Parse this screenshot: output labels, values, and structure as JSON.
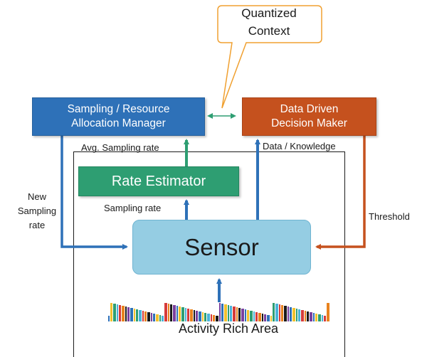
{
  "callout": {
    "line1": "Quantized",
    "line2": "Context"
  },
  "manager": {
    "line1": "Sampling / Resource",
    "line2": "Allocation Manager"
  },
  "decision_maker": {
    "line1": "Data Driven",
    "line2": "Decision Maker"
  },
  "rate_estimator": {
    "label": "Rate Estimator"
  },
  "sensor": {
    "label": "Sensor"
  },
  "activity_area": {
    "label": "Activity Rich Area"
  },
  "labels": {
    "avg_sampling_rate": "Avg. Sampling rate",
    "data_knowledge": "Data / Knowledge",
    "sampling_rate": "Sampling rate",
    "new_sampling": "New",
    "new_sampling_2": "Sampling",
    "new_sampling_3": "rate",
    "threshold": "Threshold"
  },
  "colors": {
    "manager": "#2e71b8",
    "decision_maker": "#c5511e",
    "rate_estimator": "#2e9e72",
    "sensor": "#95cde3",
    "callout_border": "#f0a030",
    "arrow_blue": "#2e71b8",
    "arrow_green": "#2e9e72",
    "arrow_orange": "#c5511e"
  }
}
